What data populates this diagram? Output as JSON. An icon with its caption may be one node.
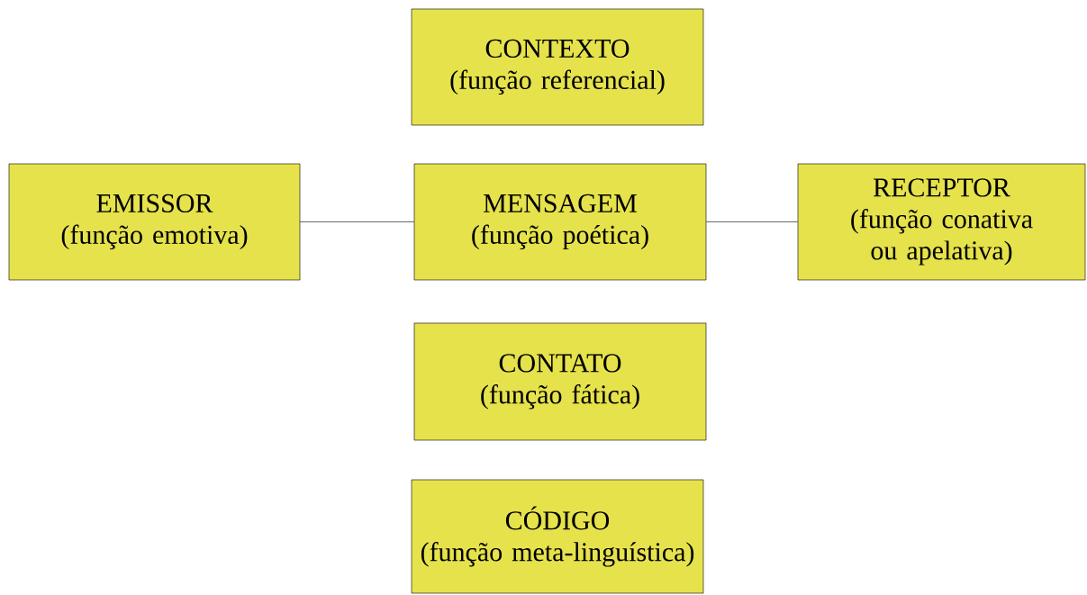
{
  "diagram": {
    "nodes": [
      {
        "text": [
          "CONTEXTO",
          "(função referencial)"
        ]
      },
      {
        "text": [
          "EMISSOR",
          "(função emotiva)"
        ]
      },
      {
        "text": [
          "MENSAGEM",
          "(função poética)"
        ]
      },
      {
        "text": [
          "RECEPTOR",
          "(função conativa ou apelativa)"
        ]
      },
      {
        "text": [
          "CONTATO",
          "(função fática)"
        ]
      },
      {
        "text": [
          "CÓDIGO",
          "(função meta-linguística)"
        ]
      }
    ],
    "edges": [
      {
        "from": 1,
        "to": 2,
        "arrow": "none"
      },
      {
        "from": 2,
        "to": 3,
        "arrow": "none"
      }
    ]
  }
}
